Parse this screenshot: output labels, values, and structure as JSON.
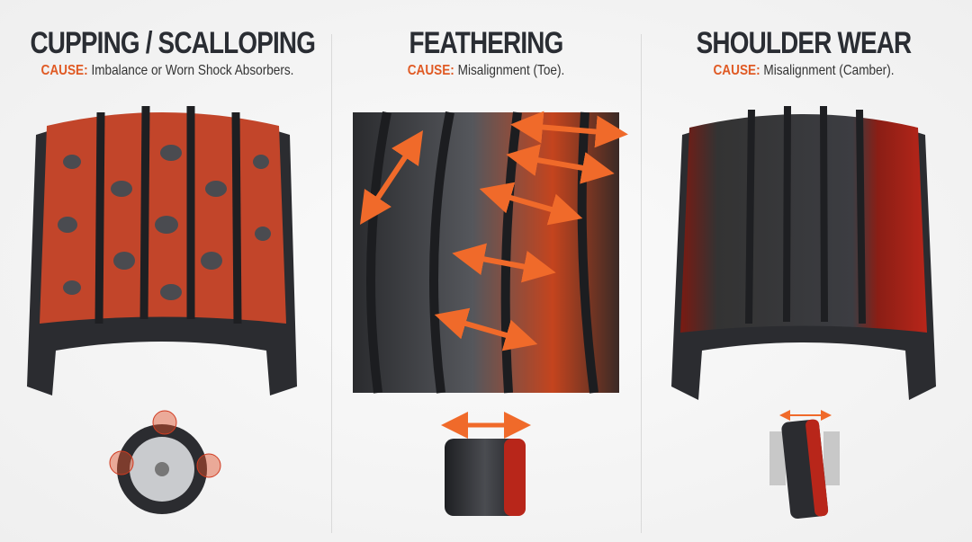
{
  "panels": [
    {
      "title": "CUPPING / SCALLOPING",
      "cause_label": "CAUSE:",
      "cause_text": "Imbalance or Worn Shock Absorbers.",
      "icon": "wheel-with-highlighted-spots-icon"
    },
    {
      "title": "FEATHERING",
      "cause_label": "CAUSE:",
      "cause_text": "Misalignment (Toe).",
      "icon": "tire-with-toe-arrow-icon"
    },
    {
      "title": "SHOULDER WEAR",
      "cause_label": "CAUSE:",
      "cause_text": "Misalignment (Camber).",
      "icon": "tilted-tire-camber-icon"
    }
  ],
  "colors": {
    "heading": "#2a2d33",
    "cause": "#e05a24",
    "tire": "#2b2c30",
    "wear_red": "#b8261a",
    "arrow_orange": "#f06a2a"
  }
}
